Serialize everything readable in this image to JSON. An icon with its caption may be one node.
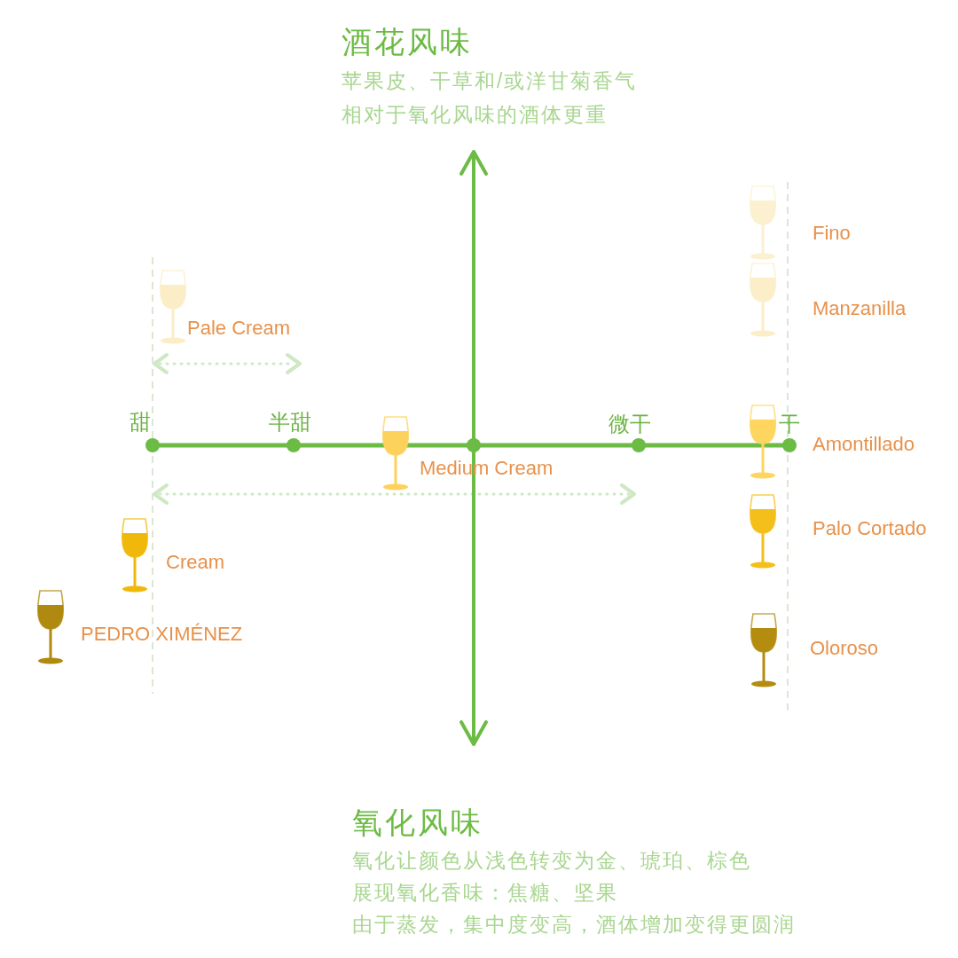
{
  "diagram": {
    "labels": [
      "酒花风味",
      "苹果皮、干草和/或洋甘菊香气",
      "相对于氧化风味的酒体更重",
      "Fino",
      "Manzanilla",
      "Pale Cream",
      "甜",
      "半甜",
      "微干",
      "干",
      "Amontillado",
      "Medium Cream",
      "Palo Cortado",
      "Cream",
      "PEDRO XIMÉNEZ",
      "Oloroso",
      "氧化风味",
      "氧化让颜色从浅色转变为金、琥珀、棕色",
      "展现氧化香味：焦糖、坚果",
      "由于蒸发，集中度变高，酒体增加变得更圆润"
    ]
  }
}
